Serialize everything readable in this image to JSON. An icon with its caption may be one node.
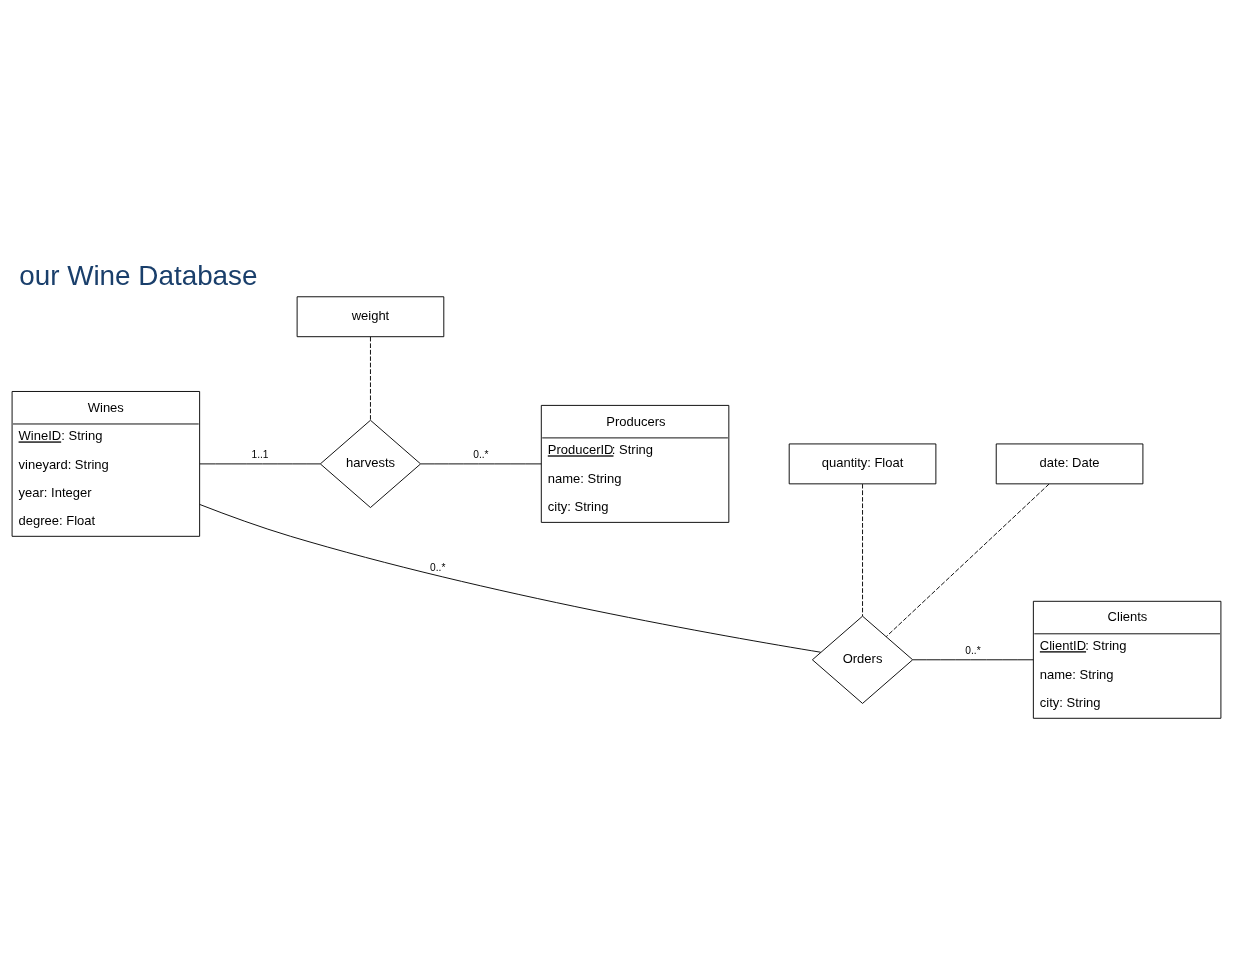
{
  "diagram": {
    "title": "our Wine Database",
    "nodes": [
      {
        "text": [
          "Wines",
          "WineID: String",
          "vineyard: String",
          "year: Integer",
          "degree: Float"
        ]
      },
      {
        "text": [
          "harvests"
        ]
      },
      {
        "text": [
          "weight"
        ]
      },
      {
        "text": [
          "Producers",
          "ProducerID: String",
          "name: String",
          "city: String"
        ]
      },
      {
        "text": [
          "Orders"
        ]
      },
      {
        "text": [
          "quantity: Float"
        ]
      },
      {
        "text": [
          "date: Date"
        ]
      },
      {
        "text": [
          "Clients",
          "ClientID: String",
          "name: String",
          "city: String"
        ]
      }
    ],
    "edges": [
      {
        "from": 0,
        "to": 1,
        "arrow": "none",
        "label": "1..1"
      },
      {
        "from": 1,
        "to": 3,
        "arrow": "none",
        "label": "0..*"
      },
      {
        "from": 2,
        "to": 1,
        "arrow": "none",
        "style": "dashed"
      },
      {
        "from": 0,
        "to": 4,
        "arrow": "none",
        "label": "0..*"
      },
      {
        "from": 4,
        "to": 7,
        "arrow": "none",
        "label": "0..*"
      },
      {
        "from": 5,
        "to": 4,
        "arrow": "none",
        "style": "dashed"
      },
      {
        "from": 6,
        "to": 4,
        "arrow": "none",
        "style": "dashed"
      }
    ]
  }
}
